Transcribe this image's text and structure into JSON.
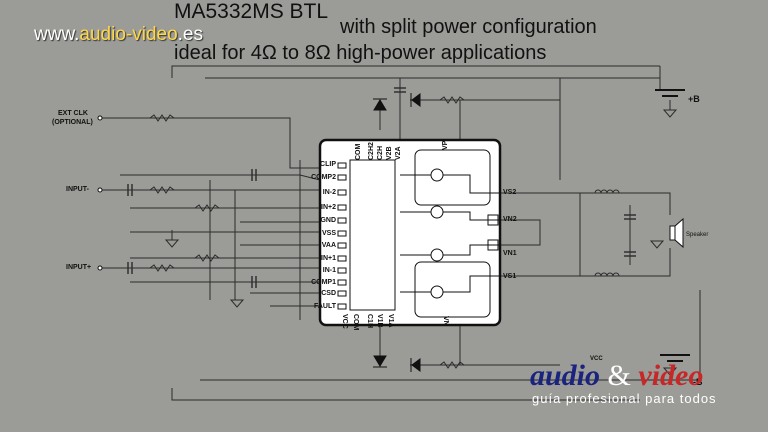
{
  "header": {
    "title": "MA5332MS BTL",
    "subtitle_line1": "with split power configuration",
    "subtitle_line2": "ideal for 4Ω to 8Ω high-power applications",
    "site_prefix": "www.",
    "site_middle": "audio-video",
    "site_suffix": ".es"
  },
  "inputs": {
    "ext_clk": "EXT CLK",
    "optional": "(OPTIONAL)",
    "input_minus": "INPUT-",
    "input_plus": "INPUT+"
  },
  "left_pins": [
    "CLIP",
    "COMP2",
    "IN-2",
    "IN+2",
    "GND",
    "VSS",
    "VAA",
    "IN+1",
    "IN-1",
    "COMP1",
    "CSD",
    "FAULT"
  ],
  "top_pins": [
    "COM",
    "C2H2",
    "C2H",
    "V2B",
    "V2A",
    "VP"
  ],
  "bottom_pins": [
    "VCC",
    "COM",
    "C1H",
    "V1B",
    "V1A",
    "VN"
  ],
  "right_pins": [
    "VS2",
    "VN2",
    "VN1",
    "VS1"
  ],
  "supply": {
    "plus_b": "+B",
    "minus_b": "-B",
    "vcc": "VCC"
  },
  "speaker_label": "Speaker",
  "brand": {
    "word1": "audio",
    "amp": "&",
    "word2": "video",
    "tagline": "guía profesional para todos"
  },
  "colors": {
    "background": "#9b9b97",
    "wire": "#2b2b2b",
    "chip_fill": "#ffffff",
    "brand_blue": "#1a237e",
    "brand_red": "#c62828"
  }
}
